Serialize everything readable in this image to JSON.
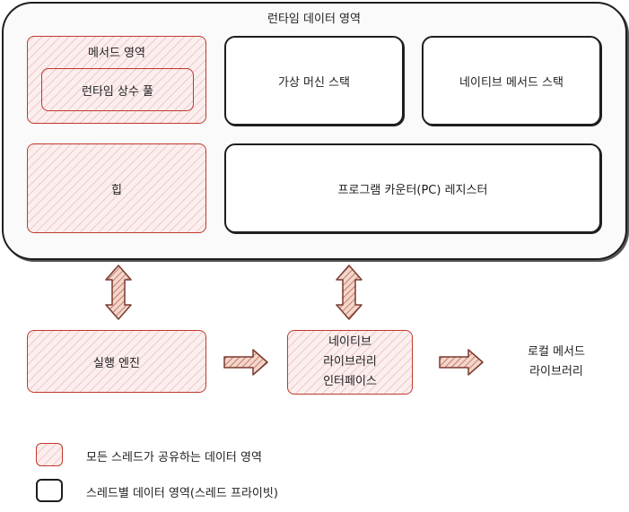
{
  "runtime_area": {
    "title": "런타임 데이터 영역"
  },
  "method_area": {
    "label": "메서드 영역",
    "pool_label": "런타임 상수 풀"
  },
  "jvm_stack": {
    "label": "가상 머신 스택"
  },
  "native_method_stack": {
    "label": "네이티브 메서드 스택"
  },
  "heap": {
    "label": "힙"
  },
  "pc_register": {
    "label": "프로그램 카운터(PC) 레지스터"
  },
  "execution_engine": {
    "label": "실행 엔진"
  },
  "native_interface": {
    "line1": "네이티브",
    "line2": "라이브러리",
    "line3": "인터페이스"
  },
  "native_library": {
    "line1": "로컬 메서드",
    "line2": "라이브러리"
  },
  "legend": {
    "shared": "모든 스레드가 공유하는 데이터 영역",
    "private": "스레드별 데이터 영역(스레드 프라이빗)"
  },
  "colors": {
    "shared_fill": "#fbeeee",
    "shared_stroke": "#c0392b",
    "arrow_fill": "#e8b8a8",
    "arrow_stroke": "#7a3b2e"
  }
}
